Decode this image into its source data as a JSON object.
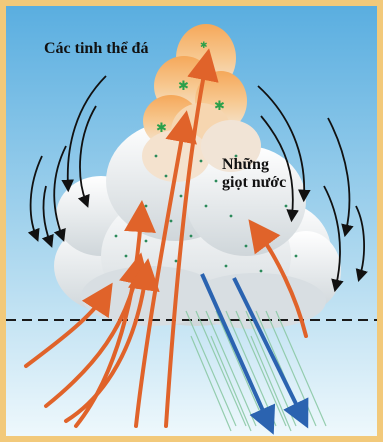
{
  "labels": {
    "ice_crystals": "Các tinh thể đá",
    "water_drops_line1": "Những",
    "water_drops_line2": "giọt nước"
  },
  "colors": {
    "frame": "#f2c97a",
    "sky_top": "#5aaee0",
    "sky_bottom": "#e9f6fb",
    "cloud": "#ffffff",
    "cloud_top": "#f4b870",
    "updraft": "#e0632a",
    "rain": "#2b63b0",
    "ice_crystal": "#2aa04a"
  },
  "icons": {
    "updraft_arrow": "orange-up-arrow",
    "downdraft_arrow": "black-curved-arrow",
    "rain_arrow": "blue-down-arrow",
    "ice_crystal": "green-star"
  }
}
